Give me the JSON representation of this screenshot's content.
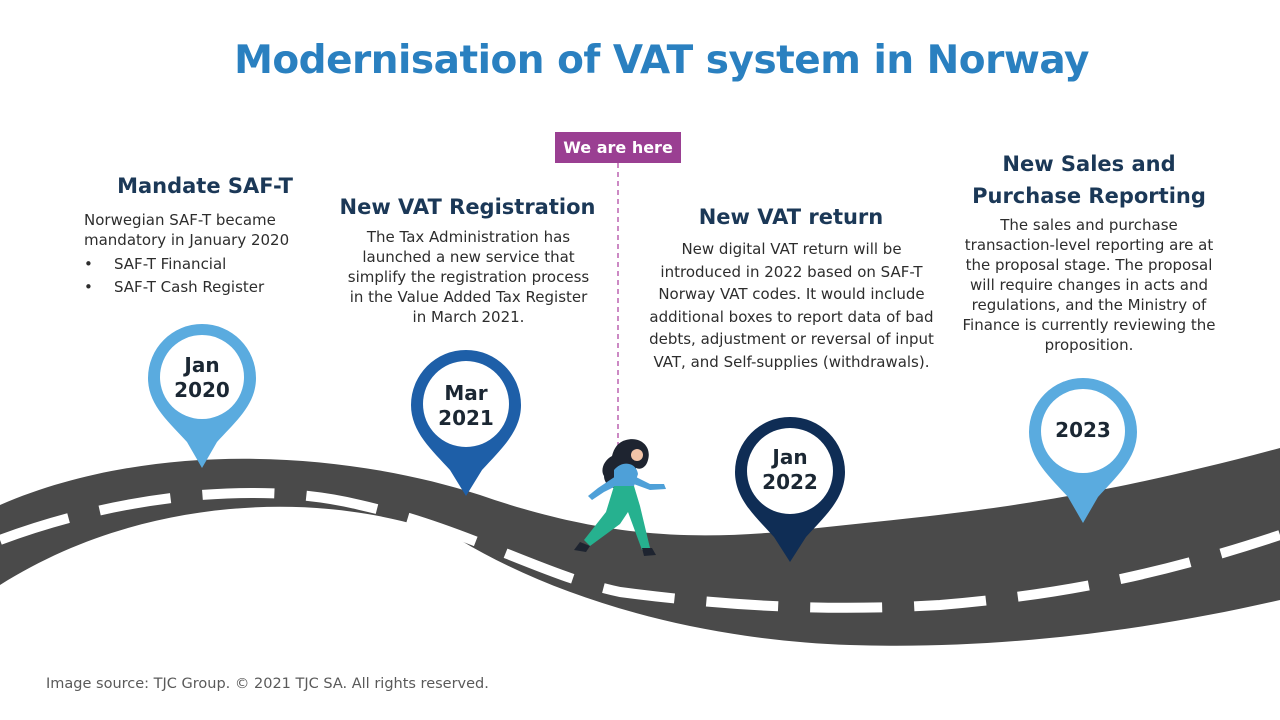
{
  "title": "Modernisation of VAT system in Norway",
  "badge": "We are here",
  "footer": "Image source: TJC Group.  © 2021 TJC SA. All rights reserved.",
  "milestones": [
    {
      "heading": "Mandate SAF-T",
      "body": "Norwegian SAF-T became mandatory in January 2020",
      "bullets": [
        "SAF-T Financial",
        "SAF-T Cash Register"
      ],
      "bullet_char": "•",
      "pin": [
        "Jan",
        "2020"
      ],
      "pin_color": "#5aabdf"
    },
    {
      "heading": "New VAT Registration",
      "body": "The Tax Administration has launched a new service that simplify the registration process in the Value Added Tax Register in March 2021.",
      "pin": [
        "Mar",
        "2021"
      ],
      "pin_color": "#1e5fa8"
    },
    {
      "heading": "New VAT return",
      "body": "New digital VAT return will be introduced in 2022 based on SAF-T Norway VAT codes. It would include additional boxes to report data of bad debts, adjustment or reversal of input VAT, and Self-supplies (withdrawals).",
      "pin": [
        "Jan",
        "2022"
      ],
      "pin_color": "#0f2d55"
    },
    {
      "heading": "New Sales and Purchase Reporting",
      "body": "The sales and purchase transaction-level reporting are at the proposal stage. The proposal will require changes in acts and regulations, and the Ministry of Finance is currently reviewing the proposition.",
      "pin": [
        "2023"
      ],
      "pin_color": "#5aabdf"
    }
  ],
  "colors": {
    "title": "#2a80c0",
    "heading": "#1b3857",
    "road": "#4a4a4a",
    "road_marking": "#ffffff",
    "badge": "#9a3f92",
    "walker_shirt": "#4ea0d8",
    "walker_pants": "#26b18f"
  },
  "icons": [
    "location-pin-icon",
    "walking-woman-illustration",
    "road-illustration"
  ]
}
